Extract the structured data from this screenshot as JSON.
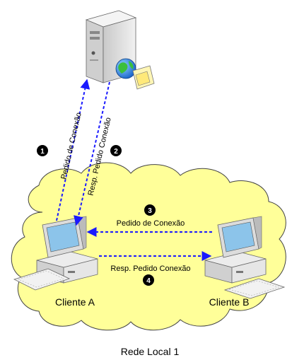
{
  "labels": {
    "client_a": "Cliente A",
    "client_b": "Cliente B",
    "network": "Rede Local 1"
  },
  "steps": [
    {
      "number": "1",
      "label": "Pedido de Conexão"
    },
    {
      "number": "2",
      "label": "Resp. Pedido Conexão"
    },
    {
      "number": "3",
      "label": "Pedido de Conexão"
    },
    {
      "number": "4",
      "label": "Resp. Pedido Conexão"
    }
  ],
  "colors": {
    "cloud_fill": "#ffff99",
    "arrow": "#1a1aff",
    "badge": "#000000"
  }
}
